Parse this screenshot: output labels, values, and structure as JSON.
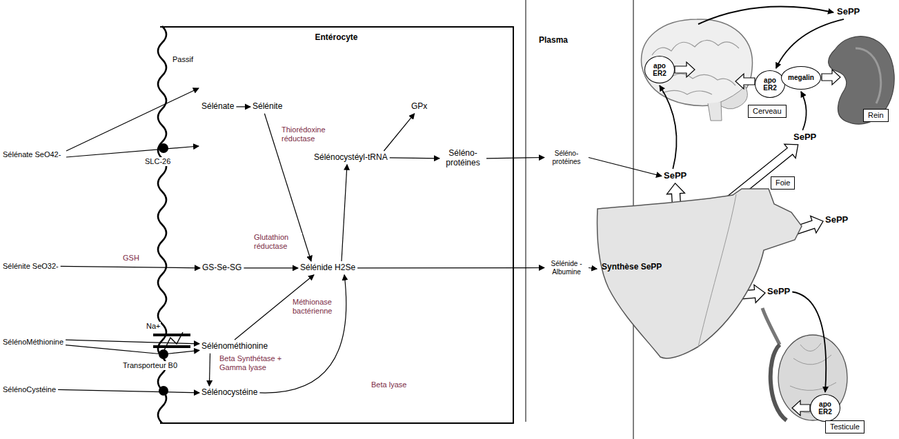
{
  "diagram": {
    "nodes": [
      {
        "text": [
          "Entérocyte"
        ]
      },
      {
        "text": [
          "Sélénate SeO42-"
        ]
      },
      {
        "text": [
          "Sélénite SeO32-"
        ]
      },
      {
        "text": [
          "SélénoMéthionine"
        ]
      },
      {
        "text": [
          "SélénoCystéine"
        ]
      },
      {
        "text": [
          "Sélénate"
        ],
        "in": 0
      },
      {
        "text": [
          "Sélénite"
        ],
        "in": 0
      },
      {
        "text": [
          "GS-Se-SG"
        ],
        "in": 0
      },
      {
        "text": [
          "Sélénide H2Se"
        ],
        "in": 0
      },
      {
        "text": [
          "Sélénométhionine"
        ],
        "in": 0
      },
      {
        "text": [
          "Sélénocystéine"
        ],
        "in": 0
      },
      {
        "text": [
          "Sélénocystéyl-tRNA"
        ],
        "in": 0
      },
      {
        "text": [
          "GPx"
        ],
        "in": 0
      },
      {
        "text": [
          "Séléno- protéines"
        ],
        "in": 0
      },
      {
        "text": [
          "Séléno- protéines"
        ]
      },
      {
        "text": [
          "Sélénide - Albumine"
        ]
      },
      {
        "text": [
          "Synthèse SePP"
        ]
      },
      {
        "text": [
          "Foie"
        ]
      },
      {
        "text": [
          "SePP"
        ]
      },
      {
        "text": [
          "SePP"
        ]
      },
      {
        "text": [
          "SePP"
        ]
      },
      {
        "text": [
          "SePP"
        ]
      },
      {
        "text": [
          "SePP"
        ]
      },
      {
        "text": [
          "apo ER2"
        ]
      },
      {
        "text": [
          "apo ER2"
        ]
      },
      {
        "text": [
          "Cerveau"
        ]
      },
      {
        "text": [
          "megalin"
        ]
      },
      {
        "text": [
          "Rein"
        ]
      },
      {
        "text": [
          "apo ER2"
        ]
      },
      {
        "text": [
          "Testicule"
        ]
      }
    ],
    "edges": [
      {
        "from": 2,
        "to": 7,
        "arrow": "to",
        "label": "GSH"
      },
      {
        "from": 3,
        "to": 9,
        "arrow": "to"
      },
      {
        "from": 3,
        "to": 9,
        "arrow": "to"
      },
      {
        "from": 4,
        "to": 10,
        "arrow": "to"
      },
      {
        "from": 5,
        "to": 6,
        "arrow": "to"
      },
      {
        "from": 6,
        "to": 8,
        "arrow": "to",
        "label": "Thiorédoxine réductase"
      },
      {
        "from": 7,
        "to": 8,
        "arrow": "to",
        "label": "Glutathion réductase"
      },
      {
        "from": 9,
        "to": 8,
        "arrow": "to",
        "label": "Méthionase bactérienne"
      },
      {
        "from": 9,
        "to": 10,
        "arrow": "to",
        "label": "Beta Synthétase + Gamma lyase"
      },
      {
        "from": 10,
        "to": 8,
        "arrow": "to",
        "label": "Beta lyase"
      },
      {
        "from": 8,
        "to": 11,
        "arrow": "to"
      },
      {
        "from": 11,
        "to": 12,
        "arrow": "to"
      },
      {
        "from": 11,
        "to": 13,
        "arrow": "to"
      },
      {
        "from": 13,
        "to": 14,
        "arrow": "to"
      },
      {
        "from": 8,
        "to": 15,
        "arrow": "to"
      },
      {
        "from": 15,
        "to": 16,
        "arrow": "to"
      },
      {
        "from": 14,
        "to": 18,
        "arrow": "to"
      },
      {
        "from": 16,
        "to": 18,
        "arrow": "to"
      },
      {
        "from": 16,
        "to": 19,
        "arrow": "to"
      },
      {
        "from": 16,
        "to": 20,
        "arrow": "to"
      },
      {
        "from": 16,
        "to": 21,
        "arrow": "to"
      },
      {
        "from": 18,
        "to": 23,
        "arrow": "to"
      },
      {
        "from": 22,
        "to": 24,
        "arrow": "to"
      },
      {
        "from": 19,
        "to": 26,
        "arrow": "to"
      },
      {
        "from": 21,
        "to": 28,
        "arrow": "to"
      }
    ],
    "labels": [
      "Plasma",
      "Passif",
      "SLC-26",
      "Na+",
      "Transporteur B0"
    ]
  }
}
